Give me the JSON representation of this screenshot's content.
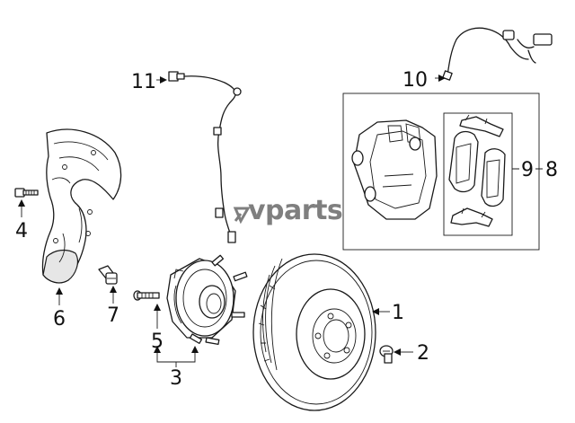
{
  "watermark": "vparts",
  "callouts": {
    "c1": "1",
    "c2": "2",
    "c3": "3",
    "c4": "4",
    "c5": "5",
    "c6": "6",
    "c7": "7",
    "c8": "8",
    "c9": "9",
    "c10": "10",
    "c11": "11"
  }
}
